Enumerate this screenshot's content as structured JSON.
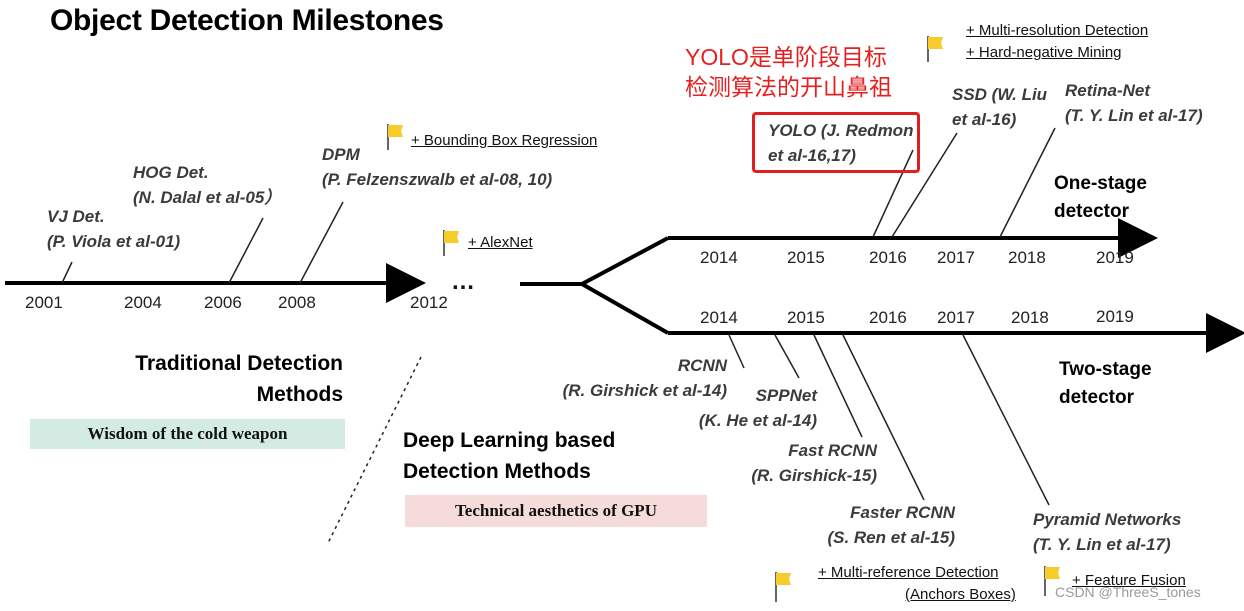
{
  "title": "Object Detection Milestones",
  "traditional": {
    "years": [
      "2001",
      "2004",
      "2006",
      "2008",
      "2012"
    ],
    "methods": [
      {
        "name": "VJ Det.",
        "author": "(P. Viola et al-01)"
      },
      {
        "name": "HOG Det.",
        "author": "(N. Dalal et al-05）"
      },
      {
        "name": "DPM",
        "author": "(P. Felzenszwalb et al-08, 10)"
      }
    ],
    "ellipsis": "…"
  },
  "annotations": {
    "bbox_regression": "+ Bounding Box Regression",
    "alexnet": "+ AlexNet",
    "multi_resolution": "+ Multi-resolution Detection",
    "hard_negative": "+ Hard-negative Mining",
    "multi_reference": "+ Multi-reference Detection",
    "anchors": "(Anchors Boxes)",
    "feature_fusion": "+ Feature Fusion"
  },
  "one_stage": {
    "years": [
      "2014",
      "2015",
      "2016",
      "2017",
      "2018",
      "2019"
    ],
    "label_line1": "One-stage",
    "label_line2": "detector",
    "methods": [
      {
        "name": "YOLO (J. Redmon",
        "author": "et al-16,17)"
      },
      {
        "name": "SSD (W. Liu",
        "author": "et al-16)"
      },
      {
        "name": "Retina-Net",
        "author": "(T. Y. Lin et al-17)"
      }
    ]
  },
  "two_stage": {
    "years": [
      "2014",
      "2015",
      "2016",
      "2017",
      "2018",
      "2019"
    ],
    "label_line1": "Two-stage",
    "label_line2": "detector",
    "methods": [
      {
        "name": "RCNN",
        "author": "(R. Girshick et al-14)"
      },
      {
        "name": "SPPNet",
        "author": "(K. He et al-14)"
      },
      {
        "name": "Fast RCNN",
        "author": "(R. Girshick-15)"
      },
      {
        "name": "Faster RCNN",
        "author": "(S. Ren et al-15)"
      },
      {
        "name": "Pyramid Networks",
        "author": "(T. Y. Lin et al-17)"
      }
    ]
  },
  "categories": {
    "traditional_line1": "Traditional Detection",
    "traditional_line2": "Methods",
    "traditional_tag": "Wisdom of the cold weapon",
    "deep_line1": "Deep Learning based",
    "deep_line2": "Detection Methods",
    "deep_tag": "Technical aesthetics of GPU"
  },
  "yolo_note": {
    "line1": "YOLO是单阶段目标",
    "line2": "检测算法的开山鼻祖"
  },
  "watermark": "CSDN @ThreeS_tones",
  "colors": {
    "flag": "#f6cc2a",
    "yolo_highlight": "#e31e1e",
    "green_tag": "#d3ebe3",
    "pink_tag": "#f5dcdb"
  }
}
